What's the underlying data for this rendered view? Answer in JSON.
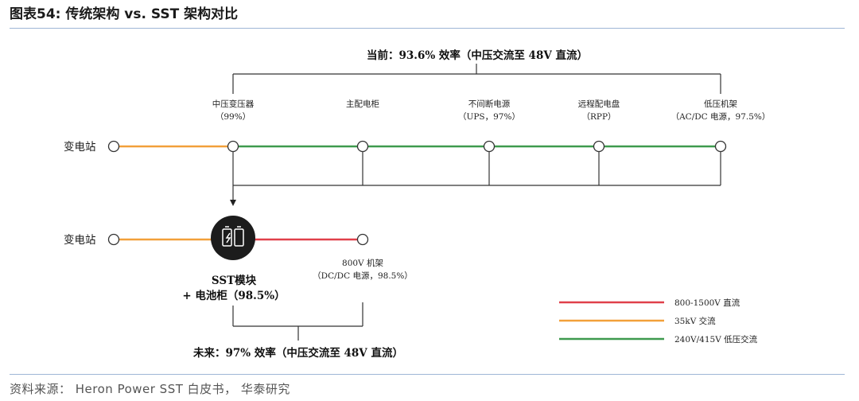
{
  "figure": {
    "title": "图表54:  传统架构 vs. SST 架构对比",
    "source": "资料来源： Heron Power SST 白皮书， 华泰研究"
  },
  "current": {
    "header": "当前：93.6% 效率（中压交流至 48V 直流）",
    "substation": "变电站",
    "nodes": [
      {
        "name": "中压变压器",
        "detail": "（99%）"
      },
      {
        "name": "主配电柜",
        "detail": ""
      },
      {
        "name": "不间断电源",
        "detail": "（UPS，97%）"
      },
      {
        "name": "远程配电盘",
        "detail": "（RPP）"
      },
      {
        "name": "低压机架",
        "detail": "（AC/DC 电源，97.5%）"
      }
    ]
  },
  "future": {
    "substation": "变电站",
    "sst_label_1": "SST模块",
    "sst_label_2": "+ 电池柜（98.5%）",
    "rack_name": "800V 机架",
    "rack_detail": "（DC/DC 电源，98.5%）",
    "footer": "未来：97% 效率（中压交流至 48V 直流）"
  },
  "legend": [
    {
      "label": "800-1500V 直流",
      "color": "#e0404a"
    },
    {
      "label": "35kV 交流",
      "color": "#f2a03a"
    },
    {
      "label": "240V/415V 低压交流",
      "color": "#3e9a4e"
    }
  ],
  "colors": {
    "hv_dc": "#e0404a",
    "ac_35kv": "#f2a03a",
    "lv_ac": "#3e9a4e",
    "line": "#333333",
    "sst_fill": "#1c1c1c"
  }
}
